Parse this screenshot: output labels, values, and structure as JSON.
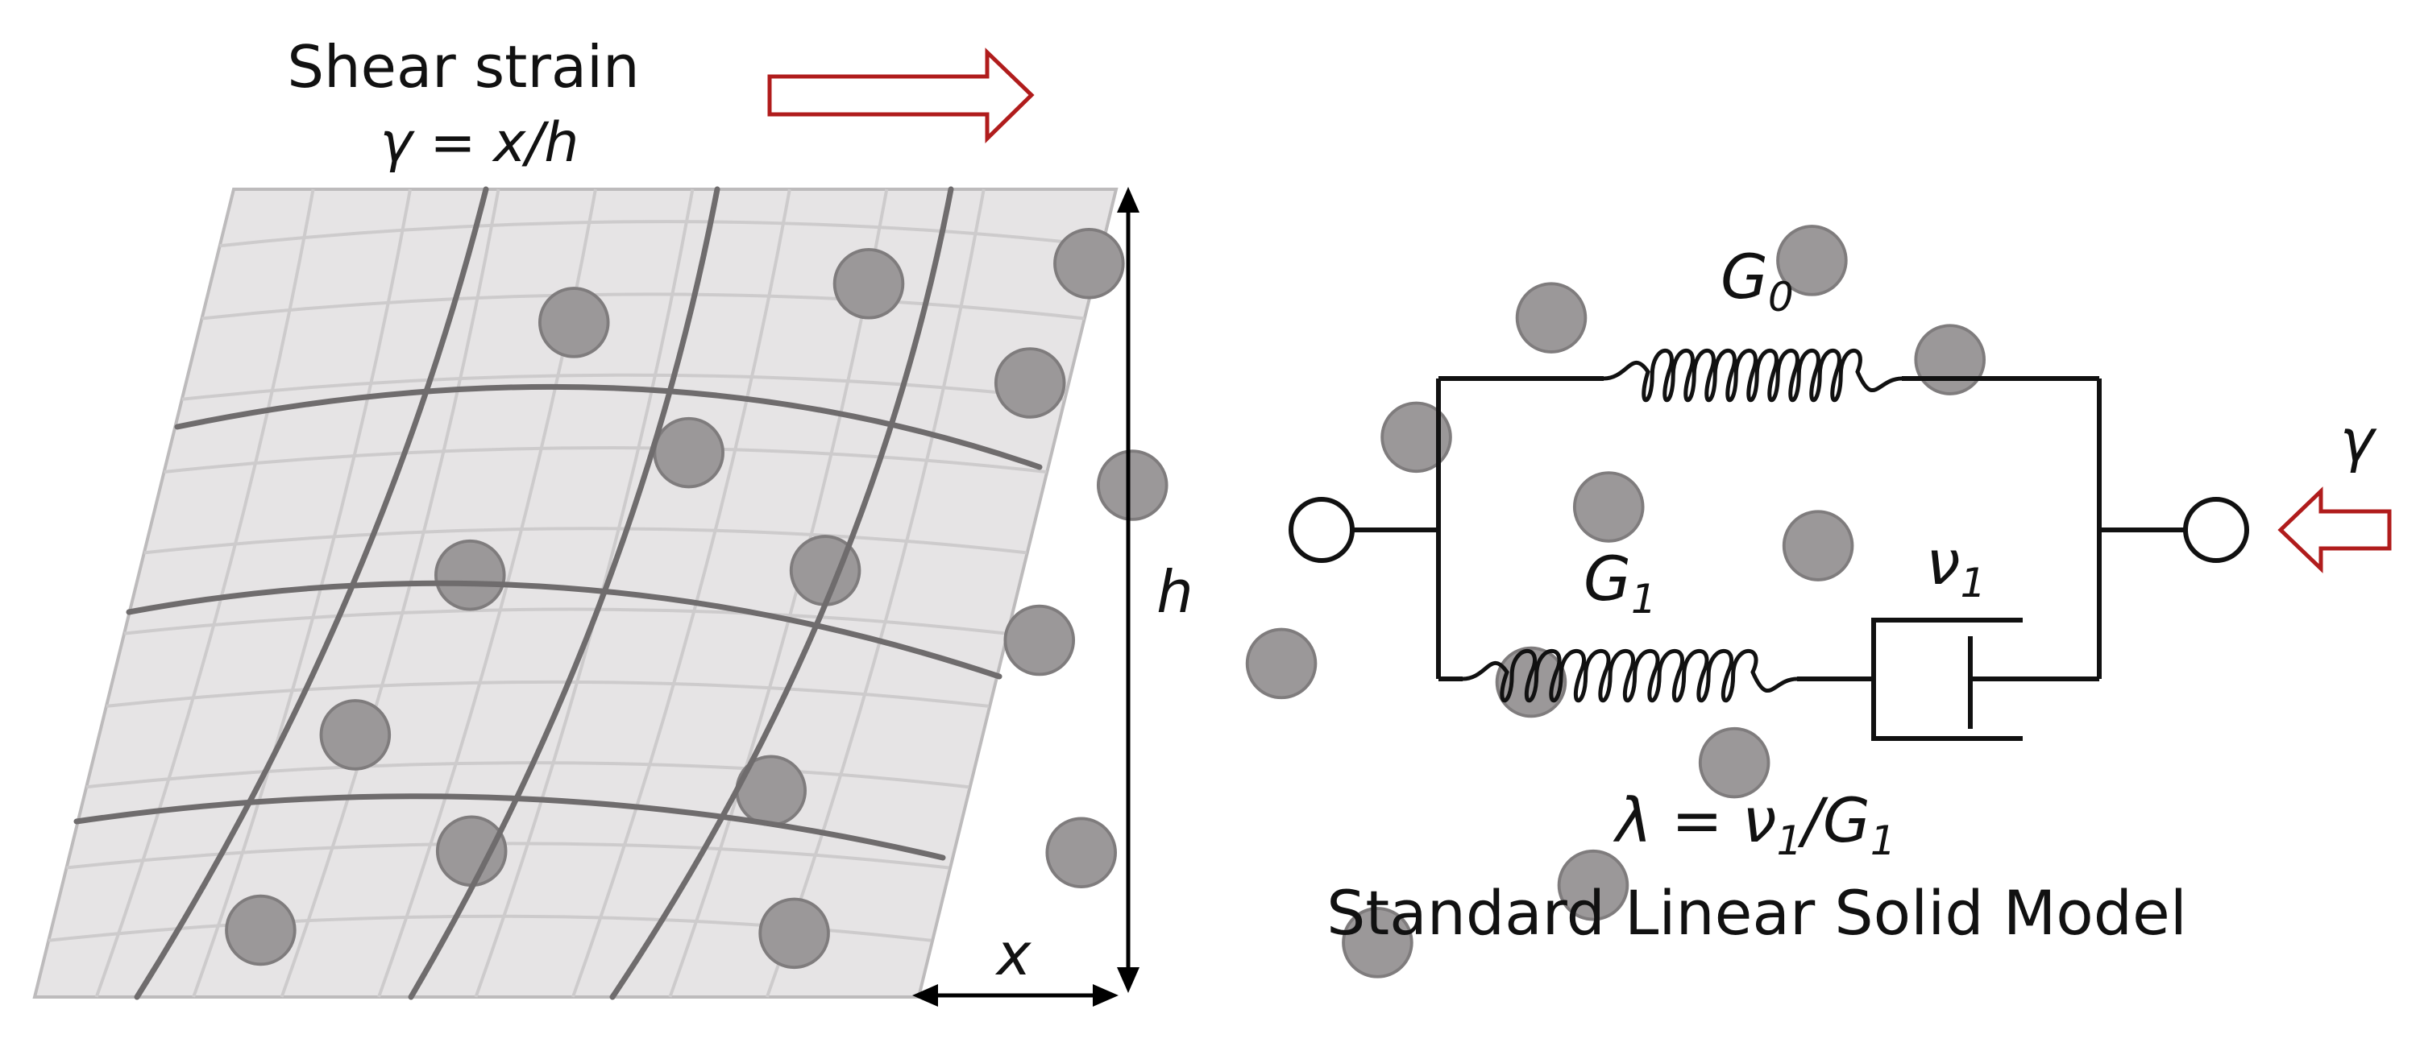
{
  "strain_panel": {
    "title_line1": "Shear strain",
    "title_line2": "γ = x/h",
    "height_label": "h",
    "displacement_label": "x",
    "arrow_color": "#b01c1c",
    "sheet_color": "#e6e4e5",
    "particle_color": "#9b9899"
  },
  "model_panel": {
    "spring_top_label": "G",
    "spring_top_sub": "0",
    "spring_bottom_label": "G",
    "spring_bottom_sub": "1",
    "dashpot_label": "ν",
    "dashpot_sub": "1",
    "input_label": "γ",
    "relation_lambda": "λ = ν",
    "relation_sub1": "1",
    "relation_slash": "/G",
    "relation_sub2": "1",
    "model_name": "Standard Linear Solid Model",
    "arrow_color": "#b01c1c"
  }
}
